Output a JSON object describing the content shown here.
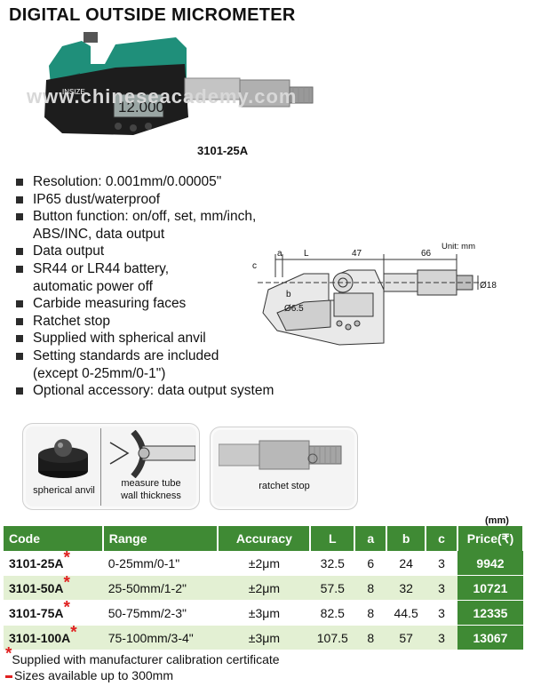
{
  "title": "DIGITAL OUTSIDE MICROMETER",
  "watermark": "www.chineseacademy.com",
  "hero": {
    "display_reading": "12.000",
    "brand": "INSIZE",
    "model_caption": "3101-25A"
  },
  "features": [
    "Resolution: 0.001mm/0.00005\"",
    "IP65 dust/waterproof",
    "Button function: on/off, set, mm/inch,",
    "ABS/INC, data output",
    "Data output",
    "SR44 or LR44 battery,",
    "automatic power off",
    "Carbide measuring faces",
    "Ratchet stop",
    "Supplied with spherical anvil",
    "Setting standards are included",
    "(except 0-25mm/0-1\")",
    "Optional accessory: data output system"
  ],
  "feature_bullets": [
    true,
    true,
    true,
    false,
    true,
    true,
    false,
    true,
    true,
    true,
    true,
    false,
    true
  ],
  "diagram": {
    "unit_label": "Unit: mm",
    "dims": {
      "a": "a",
      "L": "L",
      "d47": "47",
      "d66": "66",
      "b": "b",
      "c": "c",
      "d65": "Ø6.5",
      "d18": "Ø18"
    }
  },
  "accessories": {
    "spherical_anvil": "spherical anvil",
    "measure_tube_line1": "measure tube",
    "measure_tube_line2": "wall thickness",
    "ratchet_stop": "ratchet stop"
  },
  "table": {
    "unit": "(mm)",
    "headers": {
      "code": "Code",
      "range": "Range",
      "accuracy": "Accuracy",
      "L": "L",
      "a": "a",
      "b": "b",
      "c": "c",
      "price": "Price(₹)"
    },
    "rows": [
      {
        "code": "3101-25A",
        "range": "0-25mm/0-1\"",
        "accuracy": "±2μm",
        "L": "32.5",
        "a": "6",
        "b": "24",
        "c": "3",
        "price": "9942"
      },
      {
        "code": "3101-50A",
        "range": "25-50mm/1-2\"",
        "accuracy": "±2μm",
        "L": "57.5",
        "a": "8",
        "b": "32",
        "c": "3",
        "price": "10721"
      },
      {
        "code": "3101-75A",
        "range": "50-75mm/2-3\"",
        "accuracy": "±3μm",
        "L": "82.5",
        "a": "8",
        "b": "44.5",
        "c": "3",
        "price": "12335"
      },
      {
        "code": "3101-100A",
        "range": "75-100mm/3-4\"",
        "accuracy": "±3μm",
        "L": "107.5",
        "a": "8",
        "b": "57",
        "c": "3",
        "price": "13067"
      }
    ],
    "star": "*"
  },
  "footnotes": {
    "star": "*",
    "calibration": "Supplied with manufacturer calibration certificate",
    "sizes": "Sizes available up to 300mm"
  },
  "colors": {
    "header_green": "#3f8a34",
    "row_alt": "#e3f0d3",
    "teal_body": "#1f8f7a",
    "star_red": "#e02020"
  }
}
